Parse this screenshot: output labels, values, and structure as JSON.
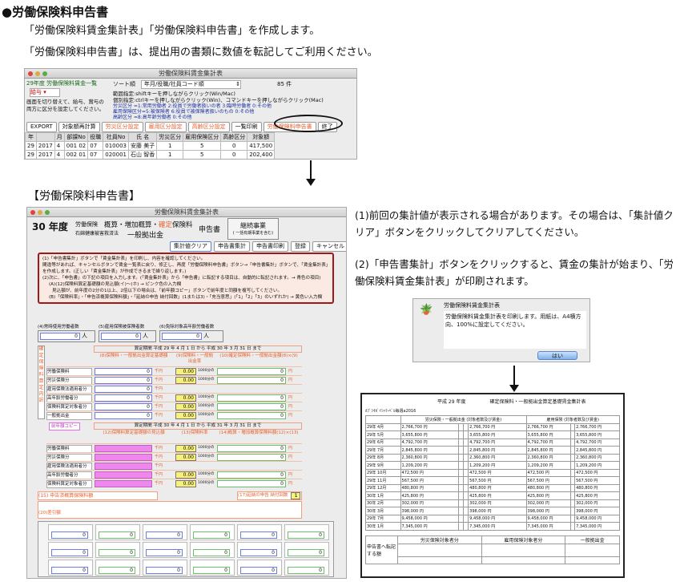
{
  "heading": "●労働保険料申告書",
  "intro": [
    "「労働保険料賃金集計表」「労働保険料申告書」を作成します。",
    "「労働保険料申告書」は、提出用の書類に数値を転記してご利用ください。"
  ],
  "list_window": {
    "title": "労働保険料賃金集計表",
    "subtitle": "29年度 労働保険料賃金一覧",
    "type_select": "給与",
    "note": "画面を切り替えて、給与、賞与の両方に区分を設定してください。",
    "sort_label": "ソート順",
    "sort_value": "年月/役職/社員コード順",
    "count": "85 件",
    "hints": [
      "範囲指定:shiftキーを押しながらクリック(Win/Mac)",
      "個別指定:ctrlキーを押しながらクリック(Win)、コマンドキーを押しながらクリック(Mac)"
    ],
    "codes": [
      "労災区分 =1:常用労働者 2:役員で労働者扱いの者 3:臨時労働者 0:その他",
      "雇用保険区分=5:被保険者 6:役員で被保険者扱いのもの 0:その他",
      "高齢区分 =8:高年齢労働者 0:その他"
    ],
    "buttons": [
      "EXPORT",
      "対象額再計算",
      "労災区分設定",
      "雇用区分設定",
      "高齢区分設定",
      "一覧印刷",
      "労働保険料申告書",
      "終了"
    ],
    "columns": [
      "年",
      "",
      "月",
      "部課No",
      "役職",
      "社員No",
      "氏 名",
      "労災区分",
      "雇用保険区分",
      "高齢区分",
      "対象額"
    ],
    "rows": [
      [
        "29",
        "2017",
        "4",
        "001 02",
        "07",
        "010003",
        "安藤 美子",
        "1",
        "5",
        "0",
        "417,500"
      ],
      [
        "29",
        "2017",
        "4",
        "002 01",
        "07",
        "020001",
        "石山 智香",
        "1",
        "5",
        "0",
        "202,400"
      ]
    ]
  },
  "form_heading": "【労働保険料申告書】",
  "form_window": {
    "title": "労働保険料賃金集計表",
    "year": "30 年度",
    "labels": [
      "労働保険",
      "概算・増加概算・",
      "確定",
      "保険料",
      "石綿健康被害救済法",
      "一般拠出金",
      "申告書"
    ],
    "box_title": "継続事業",
    "box_sub": "( 一括有期事業を含む)",
    "buttons": [
      "集計値クリア",
      "申告書集計",
      "申告書印刷",
      "登録",
      "キャンセル"
    ],
    "instructions": [
      "(1)「申告書集計」ボタンで「賃金集計表」を印刷し、内容を確認してください。",
      "間違等があれば、キャンセルボタンで賃金一覧表に戻り、修正し、再度「労働保険料申告書」ボタン→「申告書集計」ボタンで、「賃金集計表」を作成します。(正しい「賃金集計表」が作成できるまで繰り返します。)",
      "(2)次に、「申告書」の下記の項目を入力します。(「賃金集計表」から「申告書」に転記する項目は、自動的に転記されます。→ 青色の項目)",
      "(A)(12)保険料算定基礎額の見込額(イ)〜(ホ) → ピンク色の入力欄",
      "見込額が、前年度の2分の1以上、2倍以下の場合は、「前年額コピー」ボタンで前年度と同額を複写してください。",
      "(B)「保険料率」・「申告済概算保険料額」・「延納の申告 納付回数」(1または3)・「充当意思」(「1」「2」「3」のいずれか) → 黄色い入力欄"
    ],
    "counts": [
      "(4)常時使用労働者数",
      "(5)雇用保険被保険者数",
      "(6)免除対象高年齢労働者数"
    ],
    "person_unit": "人",
    "section1": {
      "side": "確定保険料算定内訳",
      "period": "算定期間 平成 29 年 4 月 1 日 から 平成 30 年 3 月 31 日 まで",
      "h8": "(8)保険料・一般拠出金算定基礎額",
      "h9": "(9)保険料・一般拠出金率",
      "h10": "(10)確定保険料・一般拠出金額(8)×(9)",
      "rows": [
        "労働保険料",
        "労災保険分",
        "雇用保険法適用者分",
        "高年齢労働者分",
        "保険料算定対象者分",
        "一般拠出金"
      ]
    },
    "section2": {
      "copy_button": "前年額コピー",
      "period": "算定期間 平成 30 年 4 月 1 日 から 平成 31 年 3 月 31 日 まで",
      "h12": "(12)保険料算定基礎額の見込額",
      "h13": "(13)保険料率",
      "h14": "(14)概算・増加概算保険料額(12)×(13)",
      "rows": [
        "労働保険料",
        "労災保険分",
        "雇用保険法適用者分",
        "高年齢労働者分",
        "保険料算定対象者分"
      ]
    },
    "zero": "0",
    "rate": "0.00",
    "rate_unit": "1000分の",
    "yen": "円",
    "thousand_yen": "千円",
    "h15": "(15) 申告済概算保険料額",
    "h17": "(17)延納の申告 納付回数",
    "installments": "1",
    "h20": "(20)差引額"
  },
  "explanation": [
    "(1)前回の集計値が表示される場合があります。その場合は、「集計値クリア」ボタンをクリックしてクリアしてください。",
    "(2)「申告書集計」ボタンをクリックすると、賃金の集計が始まり、「労働保険料賃金集計表」が印刷されます。"
  ],
  "dialog": {
    "title": "労働保険料賃金集計表",
    "message": "労働保険料賃金集計表を印刷します。用紙は、A4横方向、100%に設定してください。",
    "ok": "はい"
  },
  "report": {
    "year": "平成 29 年度",
    "title": "確定保険料・一般拠出金算定基礎賃金集計表",
    "company": "ｶﾌﾞｼｷｶﾞｲｼｬﾏｰﾍﾞﾙ毎週a2016",
    "group1": "労災保険・一般拠出金 (対象者数及び賃金)",
    "group2": "雇用保険 (対象者数及び賃金)",
    "months": [
      "29年 4月",
      "29年 5月",
      "29年 6月",
      "29年 7月",
      "29年 8月",
      "29年 9月",
      "29年 10月",
      "29年 11月",
      "29年 12月",
      "30年 1月",
      "30年 2月",
      "30年 3月",
      "29年 7月",
      "30年 1月"
    ],
    "values": [
      "2,766,700 円",
      "3,655,800 円",
      "4,792,700 円",
      "2,845,800 円",
      "2,360,800 円",
      "1,209,200 円",
      "472,500 円",
      "567,500 円",
      "480,800 円",
      "425,800 円",
      "302,000 円",
      "398,000 円",
      "9,458,000 円",
      "7,345,000 円"
    ],
    "bottom_label": "申告書へ転記する額",
    "bottom_cols": [
      "労災保険対象者分",
      "雇用保険対象者分",
      "一般拠出金"
    ]
  }
}
